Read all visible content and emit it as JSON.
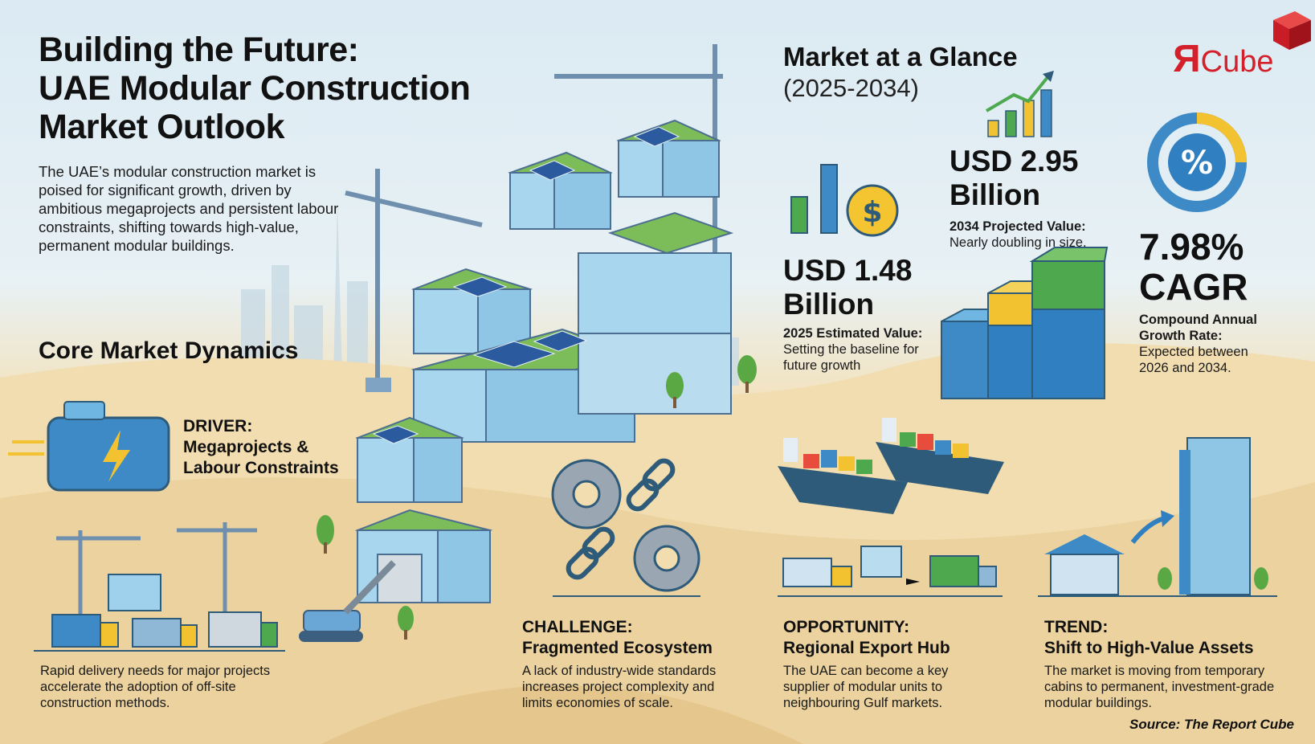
{
  "header": {
    "title_line1": "Building the Future:",
    "title_line2": "UAE Modular Construction",
    "title_line3": "Market Outlook",
    "intro": "The UAE’s modular construction market is poised for significant growth, driven by ambitious megaprojects and persistent labour constraints, shifting towards high-value, permanent modular buildings."
  },
  "logo": {
    "mark": "R",
    "text": "Cube"
  },
  "core_dynamics": {
    "heading": "Core Market Dynamics"
  },
  "glance": {
    "heading": "Market at a Glance",
    "period": "(2025-2034)",
    "value_2025": "USD 1.48",
    "value_2025_unit": "Billion",
    "value_2025_label": "2025 Estimated Value:",
    "value_2025_desc": "Setting the baseline for future growth",
    "value_2034": "USD 2.95",
    "value_2034_unit": "Billion",
    "value_2034_label": "2034 Projected Value:",
    "value_2034_desc": "Nearly doubling in size.",
    "cagr_value": "7.98%",
    "cagr_unit": "CAGR",
    "cagr_label": "Compound Annual Growth Rate:",
    "cagr_desc": "Expected between 2026 and 2034."
  },
  "driver": {
    "label_line1": "DRIVER:",
    "label_line2": "Megaprojects &",
    "label_line3": "Labour Constraints",
    "desc": "Rapid delivery needs for major projects accelerate the adoption of off-site construction methods."
  },
  "challenge": {
    "label_line1": "CHALLENGE:",
    "label_line2": "Fragmented Ecosystem",
    "desc": "A lack of industry-wide standards increases project complexity and limits economies of scale."
  },
  "opportunity": {
    "label_line1": "OPPORTUNITY:",
    "label_line2": "Regional Export Hub",
    "desc": "The UAE can become a key supplier of modular units to neighbouring Gulf markets."
  },
  "trend": {
    "label_line1": "TREND:",
    "label_line2": "Shift to High-Value Assets",
    "desc": "The market is moving from temporary cabins to permanent, investment-grade modular buildings."
  },
  "source": "Source: The Report Cube",
  "colors": {
    "green": "#5aa844",
    "blue": "#2f7fc1",
    "yellow": "#f2c230",
    "red": "#d4202a"
  },
  "icons": [
    "dollar-icon",
    "percent-icon",
    "trend-arrow-icon",
    "engine-icon",
    "gear-icon",
    "chain-icon",
    "ship-icon",
    "truck-icon",
    "crane-icon"
  ]
}
